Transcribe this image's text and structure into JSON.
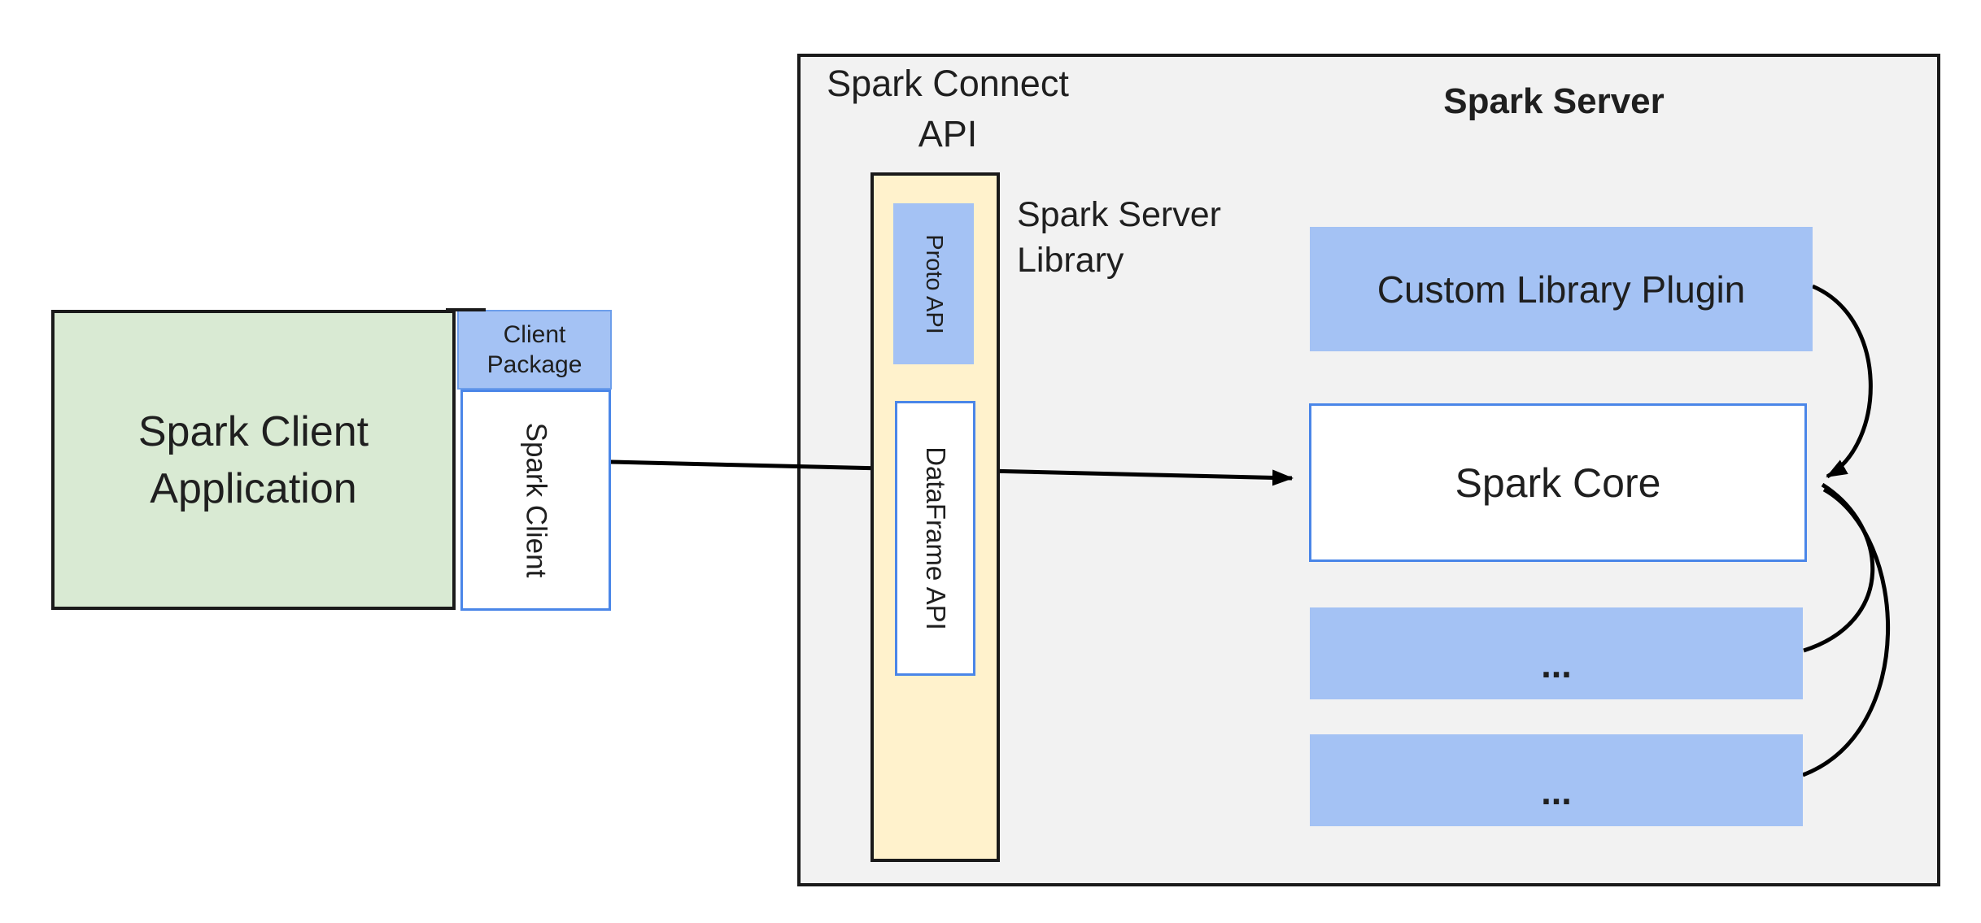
{
  "colors": {
    "canvas-bg": "#ffffff",
    "panel-bg": "#f2f2f2",
    "panel-border": "#1a1a1a",
    "green-fill": "#d9ead3",
    "blue-fill": "#a4c2f4",
    "blue-border": "#4a86e8",
    "pkg-border": "#6d9eeb",
    "yellow-fill": "#fff2cc",
    "black-border": "#1a1a1a",
    "text": "#1f1f1f",
    "arrow": "#000000"
  },
  "client_app": {
    "line1": "Spark Client",
    "line2": "Application"
  },
  "client_package": {
    "line1": "Client",
    "line2": "Package"
  },
  "spark_client": {
    "label": "Spark Client"
  },
  "connect_api": {
    "line1": "Spark Connect",
    "line2": "API"
  },
  "proto_api": {
    "label": "Proto API"
  },
  "dataframe_api": {
    "label": "DataFrame API"
  },
  "server_library": {
    "line1": "Spark Server",
    "line2": "Library"
  },
  "server": {
    "title": "Spark Server"
  },
  "custom_plugin": {
    "label": "Custom Library Plugin"
  },
  "spark_core": {
    "label": "Spark Core"
  },
  "plugin_slot_1": {
    "label": "..."
  },
  "plugin_slot_2": {
    "label": "..."
  }
}
